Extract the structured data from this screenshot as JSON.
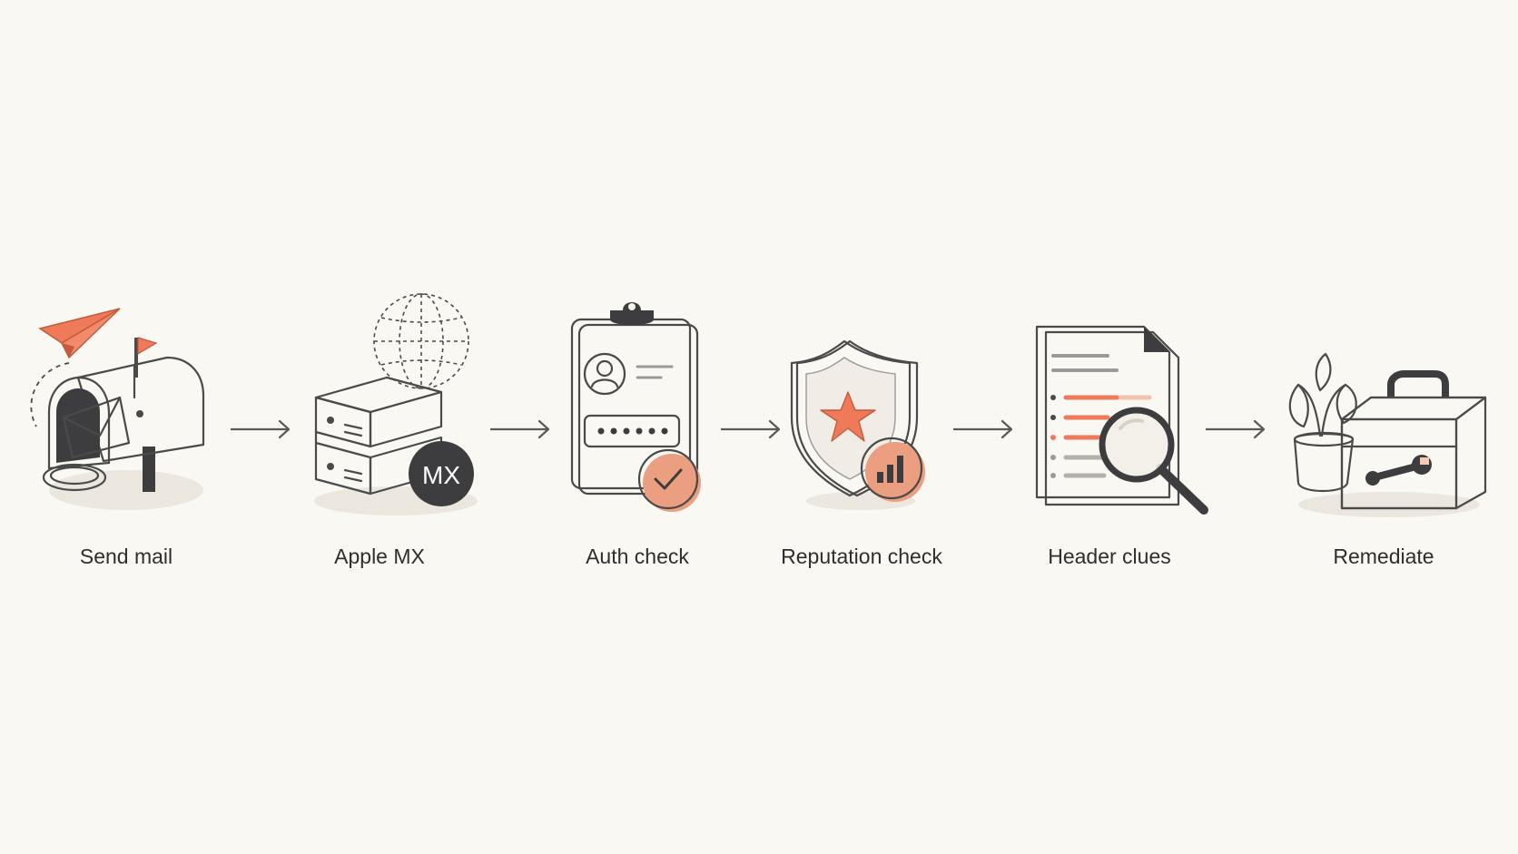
{
  "steps": [
    {
      "label": "Send mail",
      "icon": "mailbox-icon"
    },
    {
      "label": "Apple MX",
      "icon": "mx-server-icon",
      "badge": "MX"
    },
    {
      "label": "Auth check",
      "icon": "clipboard-auth-icon"
    },
    {
      "label": "Reputation check",
      "icon": "shield-star-icon"
    },
    {
      "label": "Header clues",
      "icon": "document-magnifier-icon"
    },
    {
      "label": "Remediate",
      "icon": "toolbox-icon"
    }
  ],
  "colors": {
    "background": "#faf8f3",
    "accent": "#ee7a5a",
    "accent_light": "#f6c9b3",
    "dark": "#3d3d3f",
    "line": "#4a4a4a",
    "fill": "#f1ede6"
  }
}
